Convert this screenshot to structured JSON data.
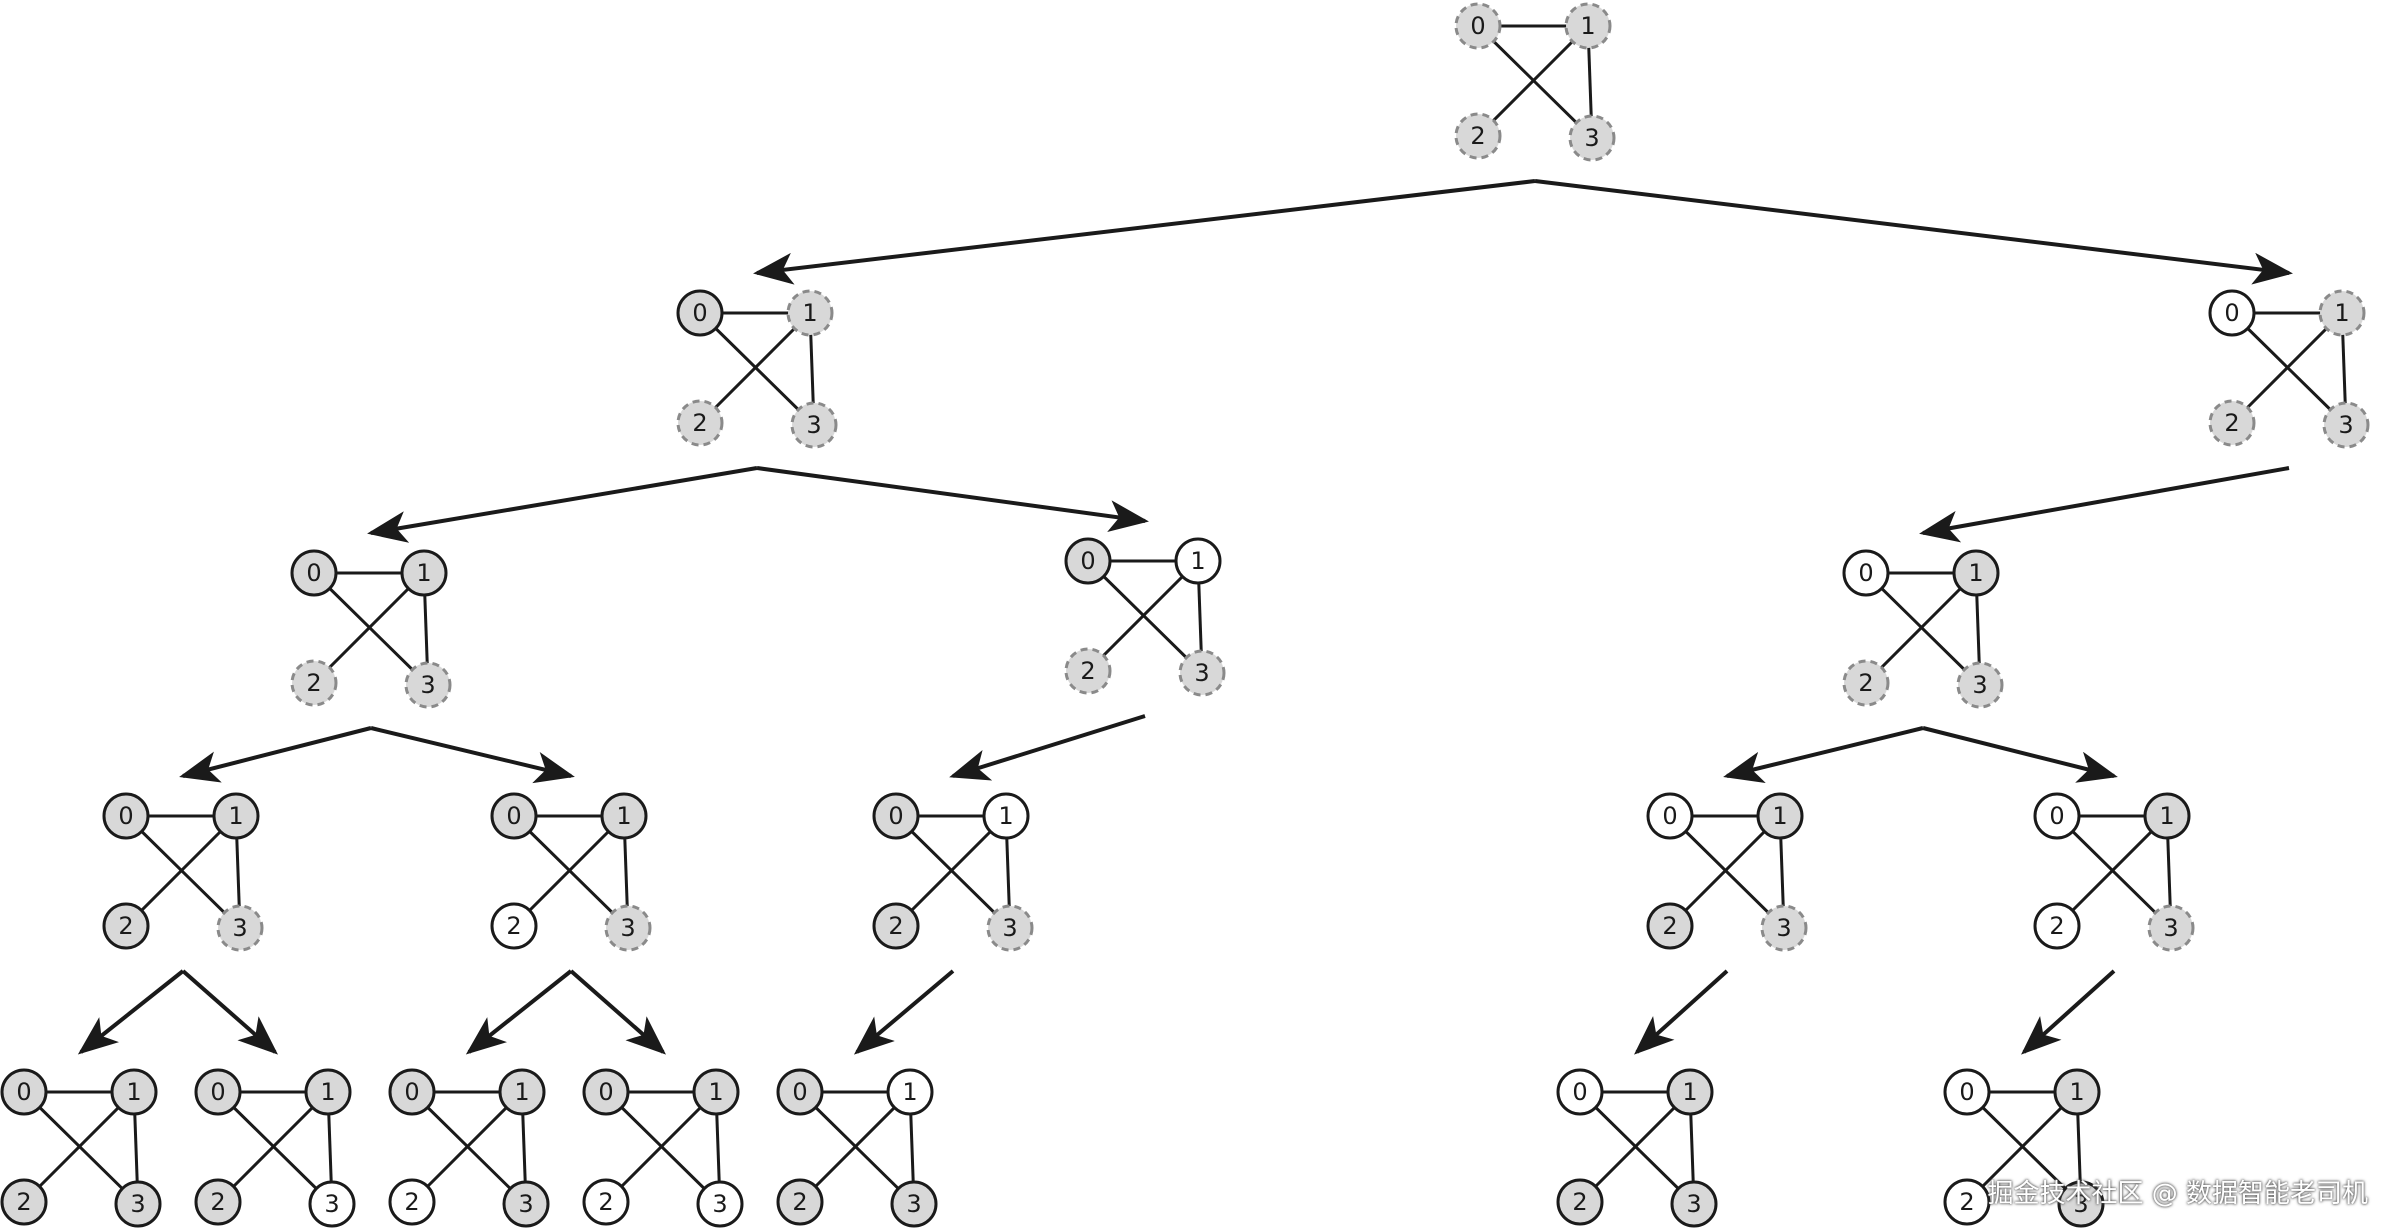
{
  "diagram": {
    "colors": {
      "edge": "#1a1a1a",
      "arrow": "#1a1a1a",
      "fill_decided": "#d8d8d8",
      "fill_undecided": "#d8d8d8",
      "fill_excluded": "#ffffff",
      "dash_stroke": "#8a8a8a"
    },
    "node_ids": [
      "0",
      "1",
      "2",
      "3"
    ],
    "graph_edges": [
      [
        "0",
        "1"
      ],
      [
        "0",
        "3"
      ],
      [
        "1",
        "2"
      ],
      [
        "1",
        "3"
      ]
    ],
    "legend_note": "",
    "graph_states": [
      [
        "undecided",
        "undecided",
        "undecided",
        "undecided"
      ],
      [
        "in",
        "undecided",
        "undecided",
        "undecided"
      ],
      [
        "out",
        "undecided",
        "undecided",
        "undecided"
      ],
      [
        "in",
        "in",
        "undecided",
        "undecided"
      ],
      [
        "in",
        "out",
        "undecided",
        "undecided"
      ],
      [
        "out",
        "in",
        "undecided",
        "undecided"
      ],
      [
        "in",
        "in",
        "in",
        "undecided"
      ],
      [
        "in",
        "in",
        "out",
        "undecided"
      ],
      [
        "in",
        "out",
        "in",
        "undecided"
      ],
      [
        "out",
        "in",
        "in",
        "undecided"
      ],
      [
        "out",
        "in",
        "out",
        "undecided"
      ],
      [
        "in",
        "in",
        "in",
        "in"
      ],
      [
        "in",
        "in",
        "in",
        "out"
      ],
      [
        "in",
        "in",
        "out",
        "in"
      ],
      [
        "in",
        "in",
        "out",
        "out"
      ],
      [
        "in",
        "out",
        "in",
        "in"
      ],
      [
        "out",
        "in",
        "in",
        "in"
      ],
      [
        "out",
        "in",
        "out",
        "in"
      ]
    ],
    "tree_edges": [
      [
        0,
        1
      ],
      [
        0,
        2
      ],
      [
        1,
        3
      ],
      [
        1,
        4
      ],
      [
        2,
        5
      ],
      [
        3,
        6
      ],
      [
        3,
        7
      ],
      [
        4,
        8
      ],
      [
        5,
        9
      ],
      [
        5,
        10
      ],
      [
        6,
        11
      ],
      [
        6,
        12
      ],
      [
        7,
        13
      ],
      [
        7,
        14
      ],
      [
        8,
        15
      ],
      [
        9,
        16
      ],
      [
        10,
        17
      ]
    ]
  },
  "watermark": "掘金技术社区 @ 数据智能老司机"
}
